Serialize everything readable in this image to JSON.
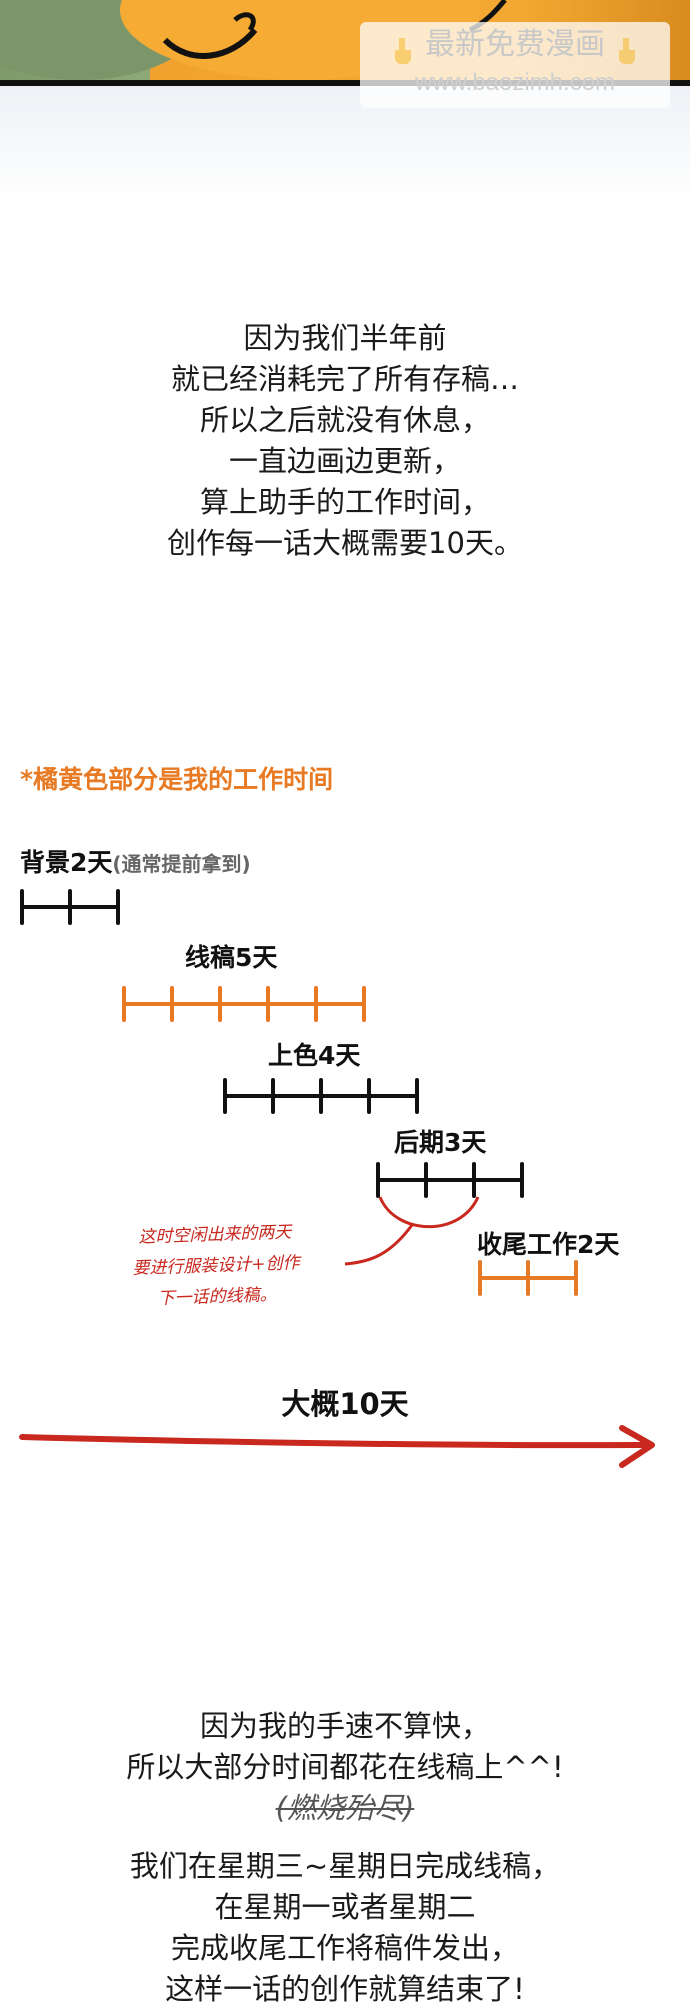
{
  "watermark": {
    "line1": "最新免费漫画",
    "line2": "www.baozimh.com"
  },
  "paragraph1": [
    "因为我们半年前",
    "就已经消耗完了所有存稿…",
    "所以之后就没有休息，",
    "一直边画边更新，",
    "算上助手的工作时间，",
    "创作每一话大概需要10天。"
  ],
  "chart_note": "*橘黄色部分是我的工作时间",
  "stages": {
    "background": {
      "label": "背景2天",
      "sub": "(通常提前拿到)",
      "days": 2
    },
    "lineart": {
      "label": "线稿5天",
      "days": 5
    },
    "coloring": {
      "label": "上色4天",
      "days": 4
    },
    "post": {
      "label": "后期3天",
      "days": 3
    },
    "finishing": {
      "label": "收尾工作2天",
      "days": 2
    }
  },
  "handwritten_note": [
    "这时空闲出来的两天",
    "要进行服装设计+创作",
    "下一话的线稿。"
  ],
  "total_label": "大概10天",
  "paragraph2": [
    "因为我的手速不算快，",
    "所以大部分时间都花在线稿上^^!",
    "(燃烧殆尽)"
  ],
  "paragraph3": [
    "我们在星期三~星期日完成线稿，",
    "在星期一或者星期二",
    "完成收尾工作将稿件发出，",
    "这样一话的创作就算结束了!"
  ],
  "colors": {
    "orange": "#e87a24",
    "black": "#111111",
    "red": "#c8281e"
  }
}
